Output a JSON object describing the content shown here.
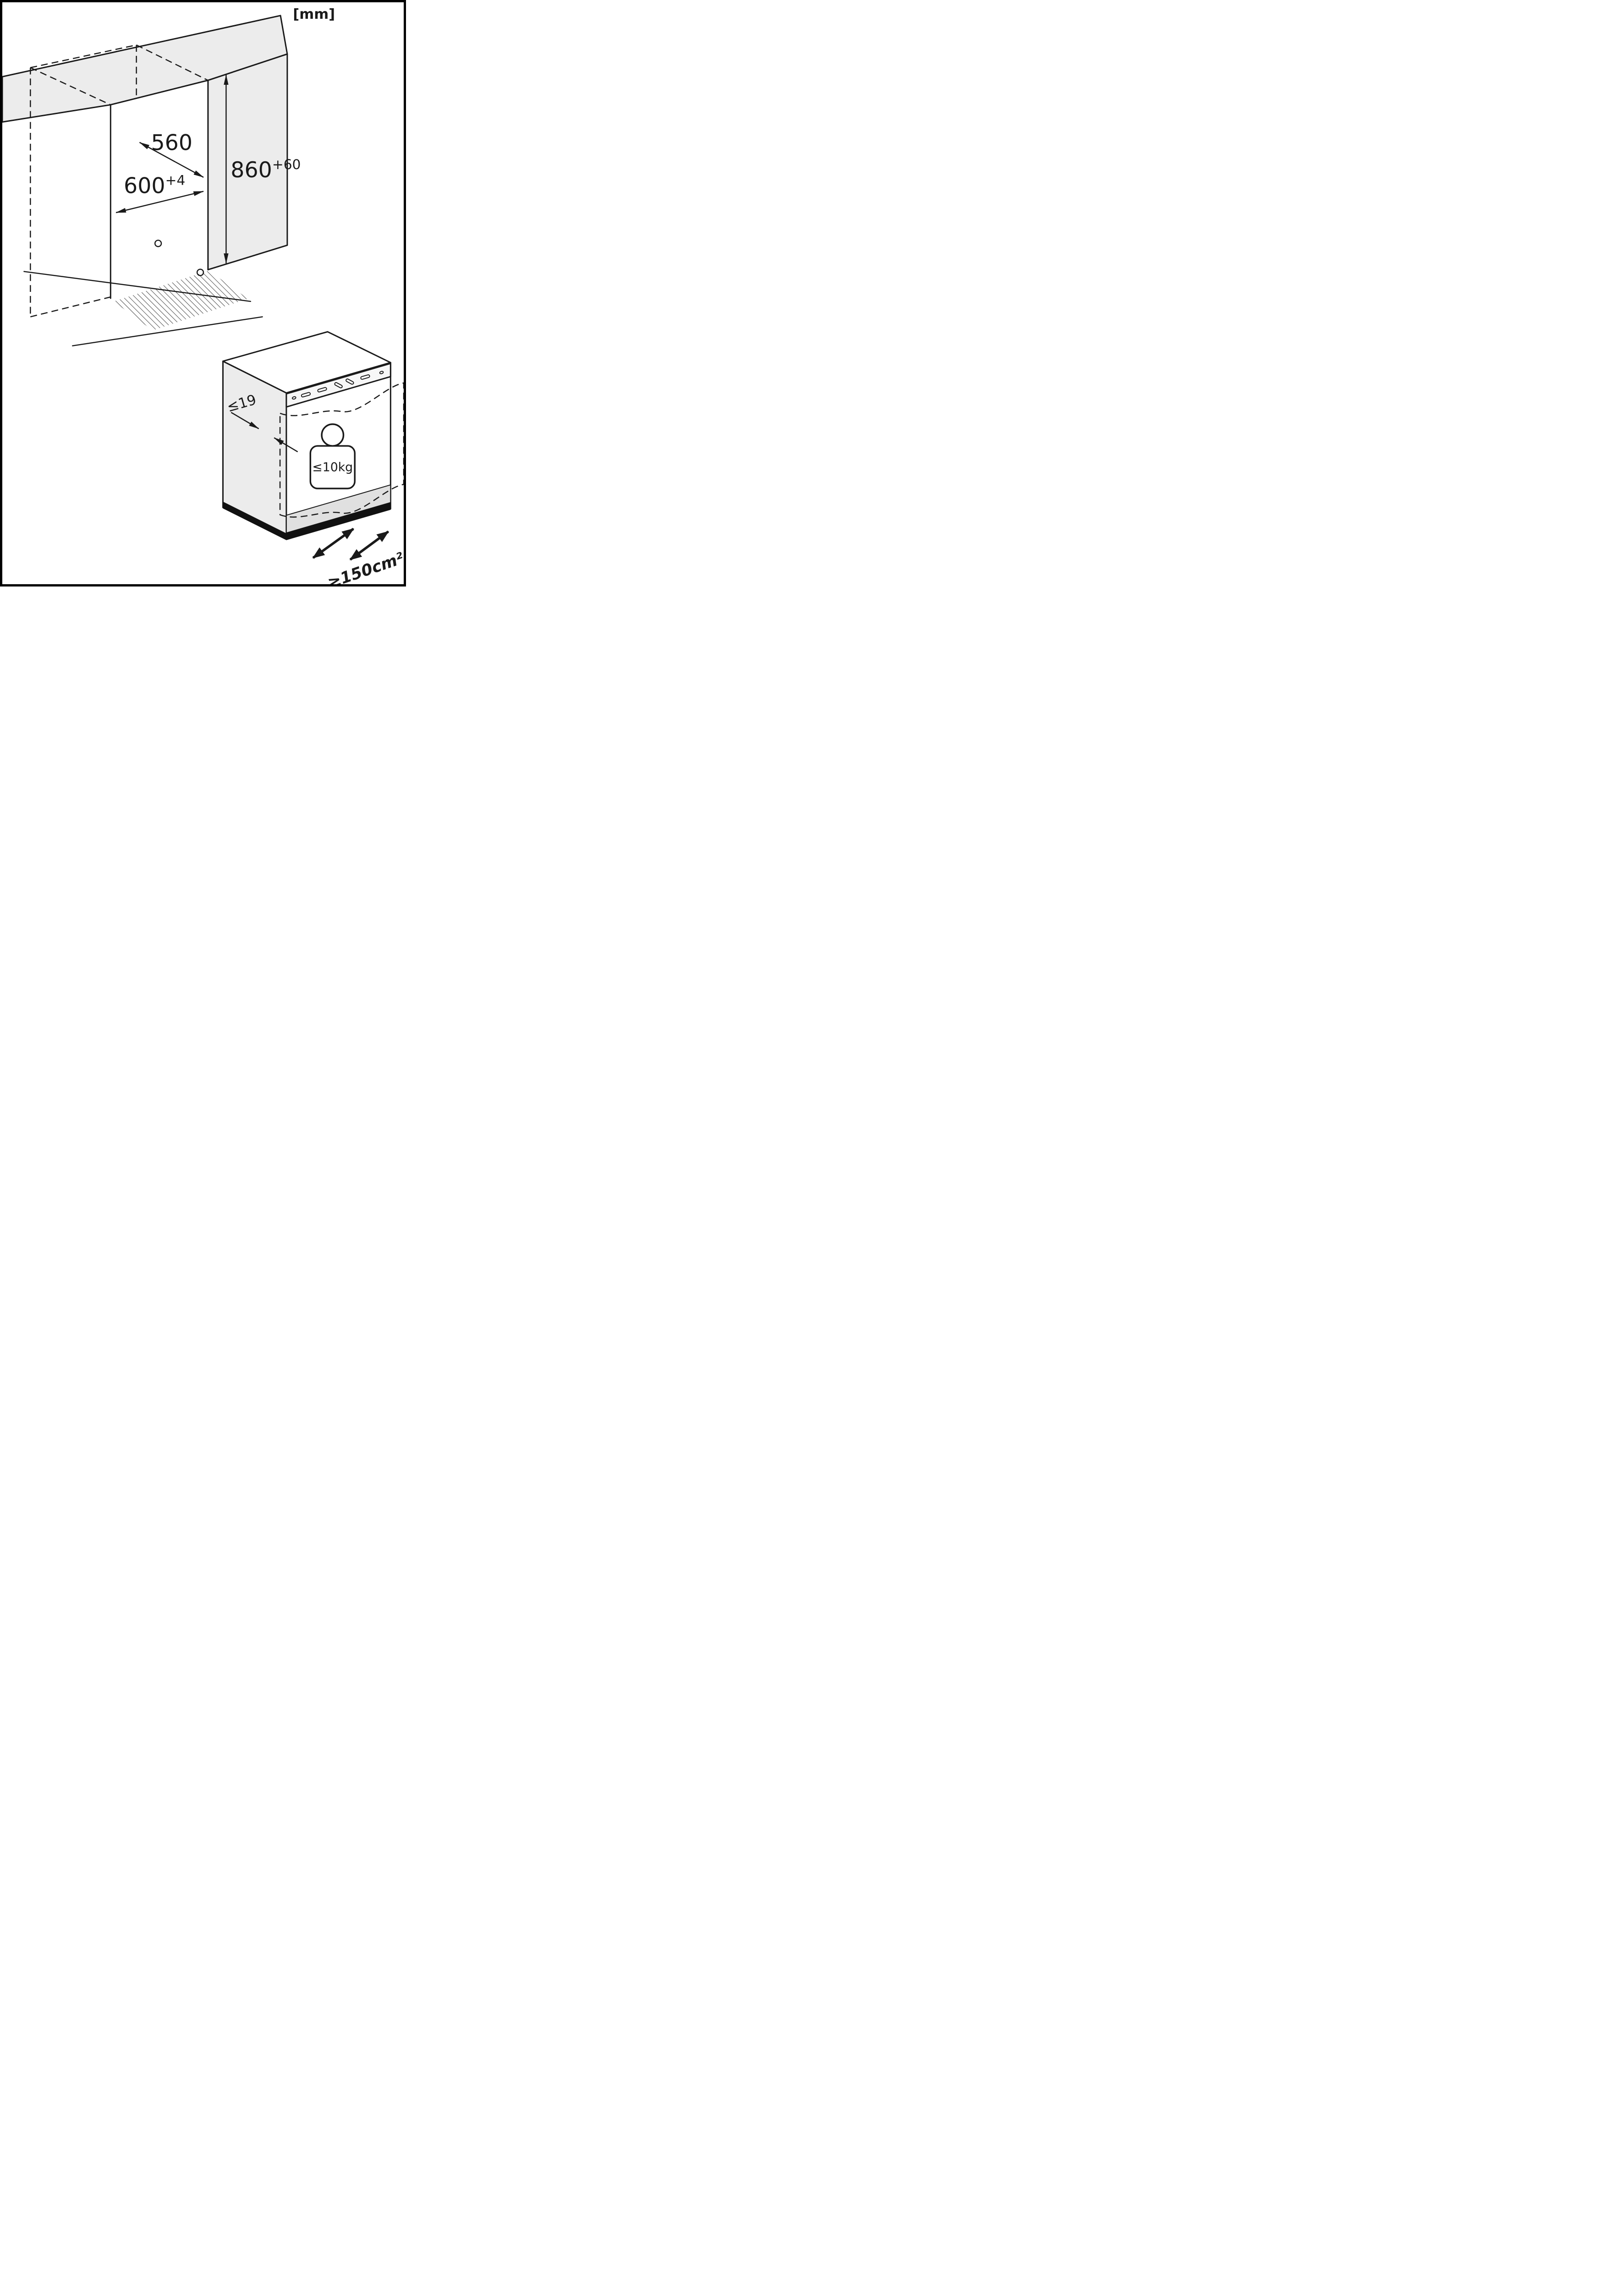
{
  "diagram": {
    "unit_label": "[mm]",
    "niche": {
      "depth_label": "560",
      "width_base": "600",
      "width_sup": "+4",
      "height_base": "860",
      "height_sup": "+60"
    },
    "appliance": {
      "panel_thickness_label": "≤19",
      "max_weight_label": "≤10kg",
      "ventilation_label": "≥150cm²"
    },
    "colors": {
      "panel_gray": "#ececec",
      "plinth_gray": "#e0e0e0",
      "line": "#1a1a1a"
    }
  }
}
